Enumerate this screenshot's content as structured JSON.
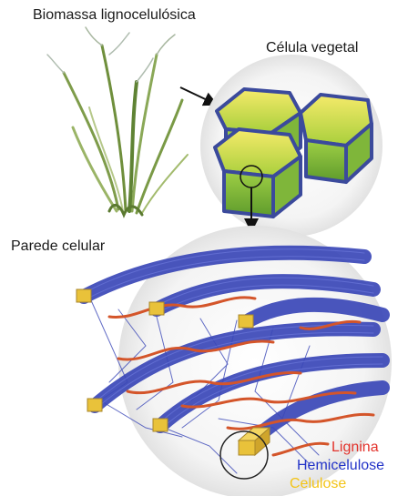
{
  "labels": {
    "biomass": "Biomassa lignocelulósica",
    "cell": "Célula vegetal",
    "wall": "Parede celular"
  },
  "legend": [
    {
      "name": "Lignina",
      "color": "#e3322b"
    },
    {
      "name": "Hemicelulose",
      "color": "#2333c8"
    },
    {
      "name": "Celulose",
      "color": "#f3c417"
    }
  ],
  "colors": {
    "plant": "#8fae5a",
    "cell_fill": "#b9d84a",
    "cell_border": "#3b4a9c",
    "fiber": "#3b48b8",
    "lignin": "#d4552a",
    "cellulose": "#e9c23a"
  }
}
